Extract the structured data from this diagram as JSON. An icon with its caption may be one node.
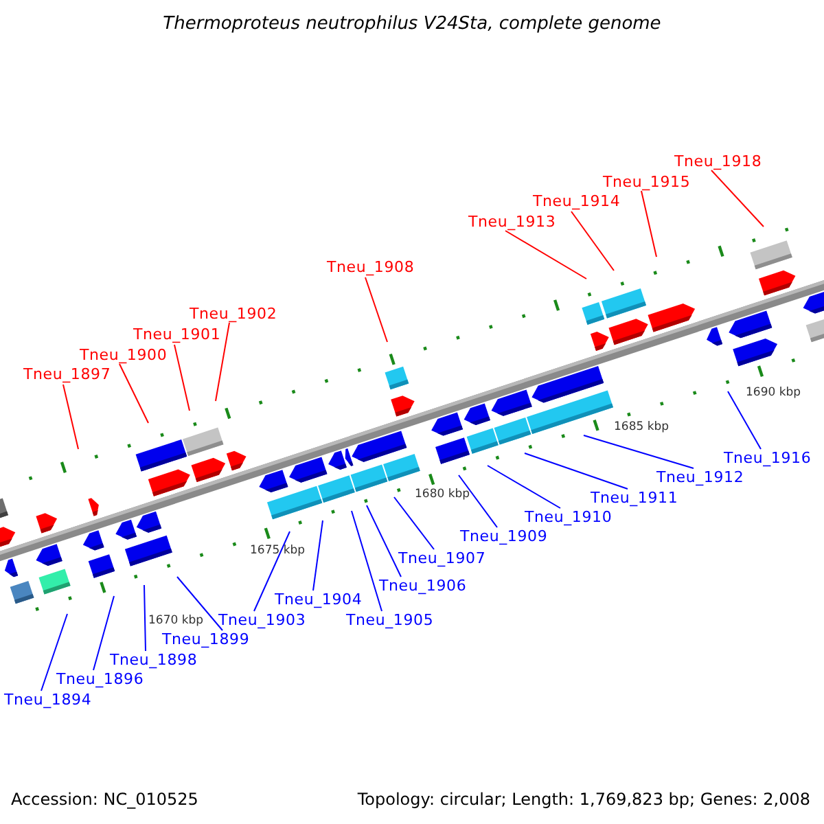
{
  "diagram": {
    "title": "Thermoproteus neutrophilus V24Sta, complete genome",
    "nodes": [
      {
        "text": [
          "Tneu_1894"
        ]
      },
      {
        "text": [
          "Tneu_1896"
        ]
      },
      {
        "text": [
          "Tneu_1897"
        ]
      },
      {
        "text": [
          "Tneu_1898"
        ]
      },
      {
        "text": [
          "Tneu_1899"
        ]
      },
      {
        "text": [
          "Tneu_1900"
        ]
      },
      {
        "text": [
          "Tneu_1901"
        ]
      },
      {
        "text": [
          "Tneu_1902"
        ]
      },
      {
        "text": [
          "Tneu_1903"
        ]
      },
      {
        "text": [
          "Tneu_1904"
        ]
      },
      {
        "text": [
          "Tneu_1905"
        ]
      },
      {
        "text": [
          "Tneu_1906"
        ]
      },
      {
        "text": [
          "Tneu_1907"
        ]
      },
      {
        "text": [
          "Tneu_1908"
        ]
      },
      {
        "text": [
          "Tneu_1909"
        ]
      },
      {
        "text": [
          "Tneu_1910"
        ]
      },
      {
        "text": [
          "Tneu_1911"
        ]
      },
      {
        "text": [
          "Tneu_1912"
        ]
      },
      {
        "text": [
          "Tneu_1913"
        ]
      },
      {
        "text": [
          "Tneu_1914"
        ]
      },
      {
        "text": [
          "Tneu_1915"
        ]
      },
      {
        "text": [
          "Tneu_1916"
        ]
      },
      {
        "text": [
          "Tneu_1918"
        ]
      }
    ],
    "edges": [
      {
        "from": 0,
        "to": null,
        "arrow": "none"
      },
      {
        "from": 1,
        "to": null,
        "arrow": "none"
      },
      {
        "from": 2,
        "to": null,
        "arrow": "none",
        "color": "#ff0000"
      },
      {
        "from": 3,
        "to": null,
        "arrow": "none"
      },
      {
        "from": 4,
        "to": null,
        "arrow": "none"
      },
      {
        "from": 5,
        "to": null,
        "arrow": "none",
        "color": "#ff0000"
      },
      {
        "from": 6,
        "to": null,
        "arrow": "none",
        "color": "#ff0000"
      },
      {
        "from": 7,
        "to": null,
        "arrow": "none",
        "color": "#ff0000"
      },
      {
        "from": 8,
        "to": null,
        "arrow": "none"
      },
      {
        "from": 9,
        "to": null,
        "arrow": "none"
      },
      {
        "from": 10,
        "to": null,
        "arrow": "none"
      },
      {
        "from": 11,
        "to": null,
        "arrow": "none"
      },
      {
        "from": 12,
        "to": null,
        "arrow": "none"
      },
      {
        "from": 13,
        "to": null,
        "arrow": "none",
        "color": "#ff0000"
      },
      {
        "from": 14,
        "to": null,
        "arrow": "none"
      },
      {
        "from": 15,
        "to": null,
        "arrow": "none"
      },
      {
        "from": 16,
        "to": null,
        "arrow": "none"
      },
      {
        "from": 17,
        "to": null,
        "arrow": "none"
      },
      {
        "from": 18,
        "to": null,
        "arrow": "none",
        "color": "#ff0000"
      },
      {
        "from": 19,
        "to": null,
        "arrow": "none",
        "color": "#ff0000"
      },
      {
        "from": 20,
        "to": null,
        "arrow": "none",
        "color": "#ff0000"
      },
      {
        "from": 21,
        "to": null,
        "arrow": "none"
      },
      {
        "from": 22,
        "to": null,
        "arrow": "none",
        "color": "#ff0000"
      }
    ],
    "labels": [
      "1670 kbp",
      "1675 kbp",
      "1680 kbp",
      "1685 kbp",
      "1690 kbp",
      "Accession: NC_010525",
      "Topology: circular; Length: 1,769,823 bp; Genes: 2,008"
    ]
  }
}
